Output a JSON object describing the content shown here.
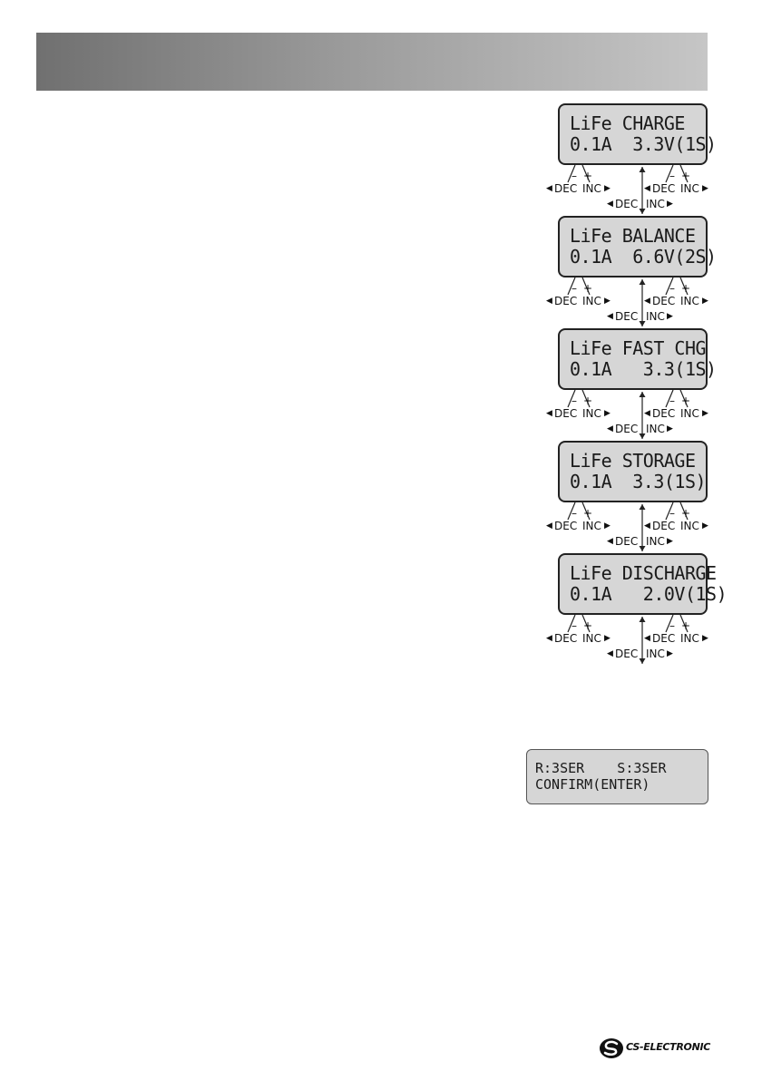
{
  "screens": [
    {
      "line1": "LiFe CHARGE",
      "line2": "0.1A  3.3V(1S)"
    },
    {
      "line1": "LiFe BALANCE",
      "line2": "0.1A  6.6V(2S)"
    },
    {
      "line1": "LiFe FAST CHG",
      "line2": "0.1A   3.3(1S)"
    },
    {
      "line1": "LiFe STORAGE",
      "line2": "0.1A  3.3(1S)"
    },
    {
      "line1": "LiFe DISCHARGE",
      "line2": "0.1A   2.0V(1S)"
    }
  ],
  "controls": {
    "dec_label": "DEC",
    "inc_label": "INC",
    "minus": "–",
    "plus": "+",
    "left_arrow": "◀",
    "right_arrow": "▶"
  },
  "confirm_screen": {
    "line1": "R:3SER    S:3SER",
    "line2": "CONFIRM(ENTER)"
  },
  "footer": {
    "logo_text": "CS-ELECTRONIC",
    "logo_icon": "cs-electronic-logo-icon"
  },
  "colors": {
    "lcd_background": "#d6d6d6",
    "header_dark": "#707070",
    "header_light": "#c6c6c6"
  }
}
